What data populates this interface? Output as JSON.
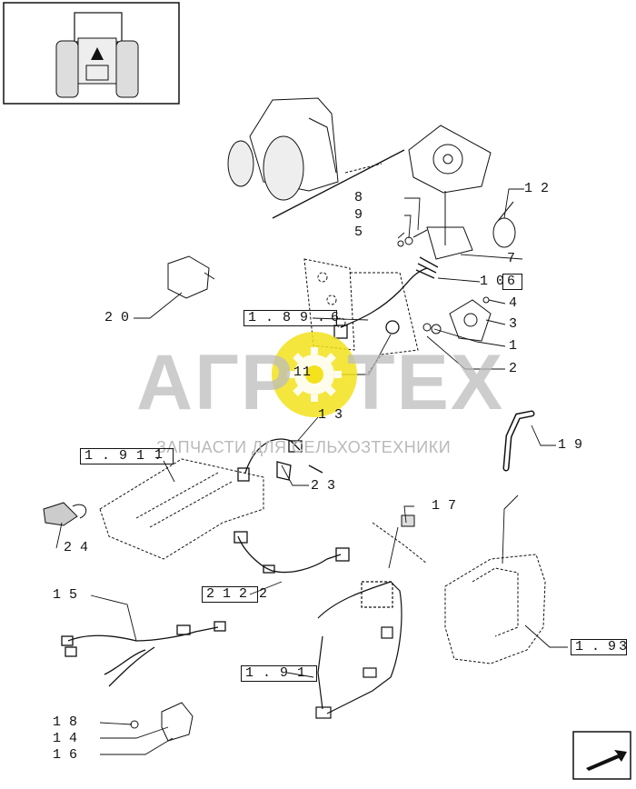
{
  "watermark": {
    "brand_left": "АГР",
    "brand_right": "ТЕХ",
    "subtitle": "ЗАПЧАСТИ ДЛЯ СЕЛЬХОЗТЕХНИКИ",
    "gear_color": "#f3e21c",
    "text_color": "#b9b9b9"
  },
  "callouts": {
    "c1": "1",
    "c2": "2",
    "c3": "3",
    "c4": "4",
    "c5": "5",
    "c7": "7",
    "c8": "8",
    "c9": "9",
    "c10": "10",
    "c6": "6",
    "c11": "11",
    "c12": "12",
    "c13": "13",
    "c15": "15",
    "c16": "16",
    "c14": "14",
    "c17": "17",
    "c18": "18",
    "c19": "19",
    "c20": "20",
    "c22": "2",
    "c23": "23",
    "c24": "24"
  },
  "references": {
    "r1896": "1.89.",
    "r191a": "1.91.",
    "r212": "212",
    "r191b": "1.91",
    "r193": "1.9",
    "r193_tail": "3",
    "r106": "6",
    "r1896_tail": "6",
    "r191a_tail": "1"
  },
  "icons": [
    "tractor-thumbnail-icon",
    "next-page-arrow-icon"
  ]
}
